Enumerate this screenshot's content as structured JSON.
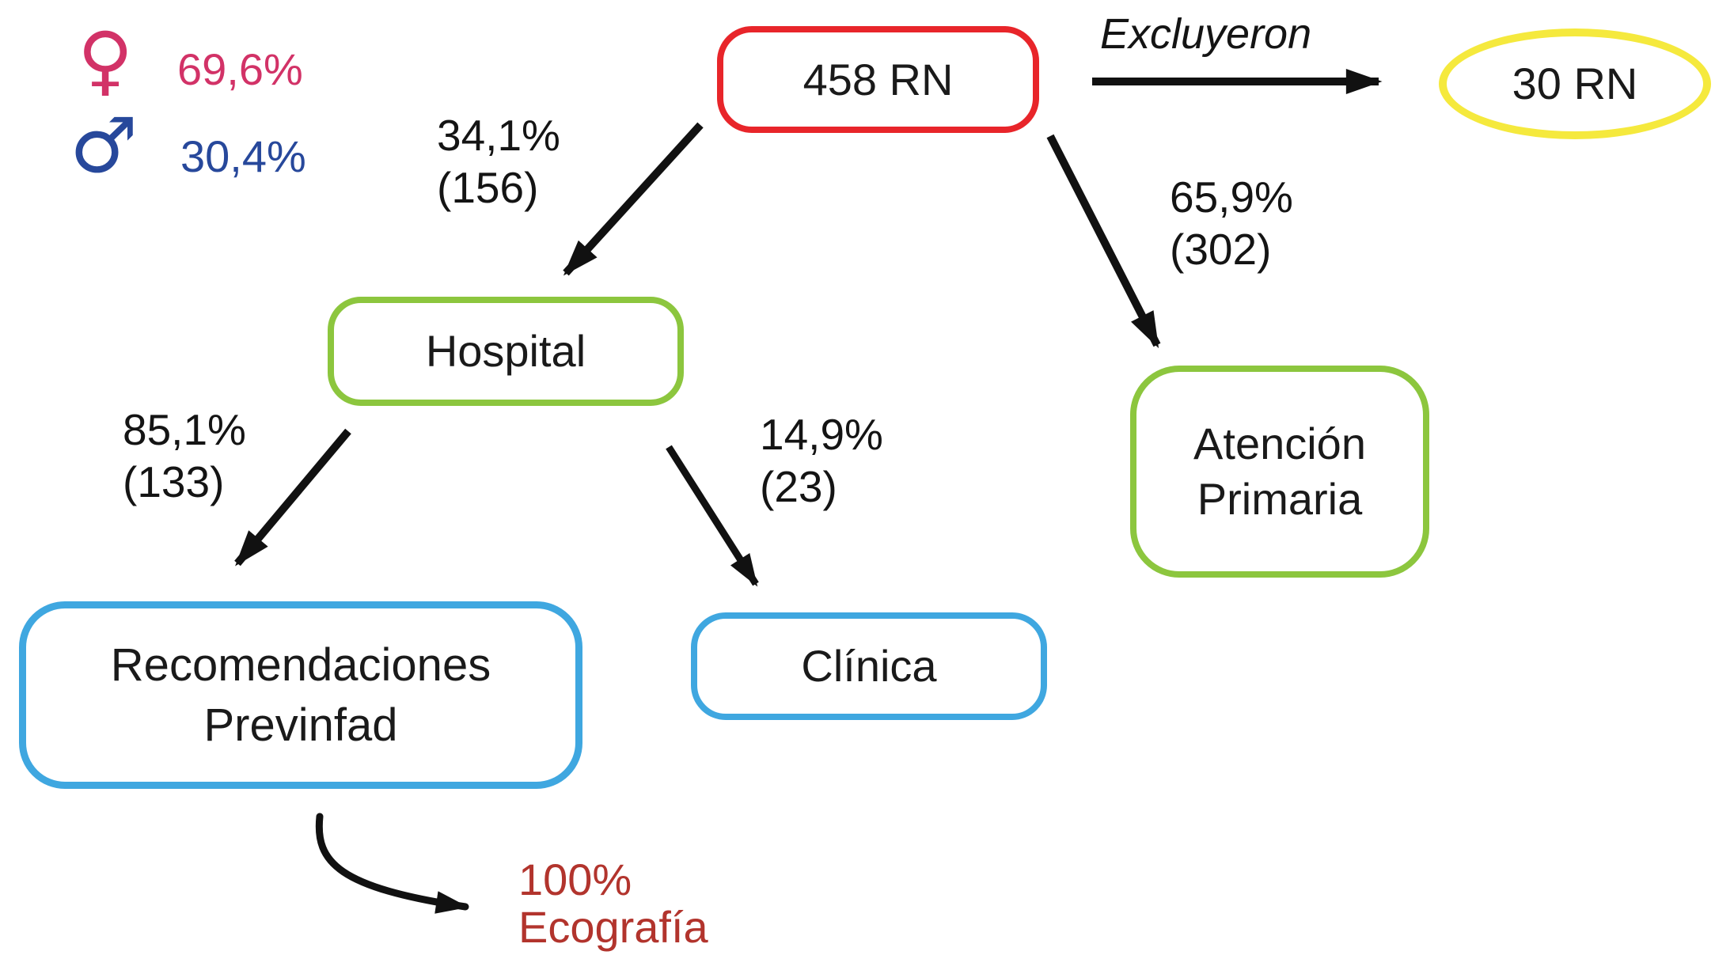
{
  "figure": {
    "background": "#ffffff",
    "arrow_color": "#111111"
  },
  "legend": {
    "female": {
      "glyph": "♀",
      "value": "69,6%",
      "color": "#d23267"
    },
    "male": {
      "glyph": "♂",
      "value": "30,4%",
      "color": "#27489b"
    }
  },
  "nodes": {
    "total": {
      "label": "458 RN",
      "shape": "rounded-rect",
      "border_color": "#e8252a"
    },
    "excluded": {
      "label": "30 RN",
      "shape": "ellipse",
      "border_color": "#f5e93d"
    },
    "hospital": {
      "label": "Hospital",
      "shape": "rounded-rect",
      "border_color": "#8cc63e"
    },
    "atencion_primaria": {
      "line1": "Atención",
      "line2": "Primaria",
      "shape": "rounded-rect",
      "border_color": "#8cc63e"
    },
    "recomendaciones": {
      "line1": "Recomendaciones",
      "line2": "Previnfad",
      "shape": "rounded-rect",
      "border_color": "#3fa7e0"
    },
    "clinica": {
      "label": "Clínica",
      "shape": "rounded-rect",
      "border_color": "#3fa7e0"
    }
  },
  "edges": {
    "excluded_label": "Excluyeron",
    "to_hospital": {
      "pct": "34,1%",
      "count": "(156)"
    },
    "to_atencion": {
      "pct": "65,9%",
      "count": "(302)"
    },
    "to_recomendaciones": {
      "pct": "85,1%",
      "count": "(133)"
    },
    "to_clinica": {
      "pct": "14,9%",
      "count": "(23)"
    },
    "to_ecografia": {
      "line1": "100%",
      "line2": "Ecografía",
      "color": "#b2342d"
    }
  }
}
